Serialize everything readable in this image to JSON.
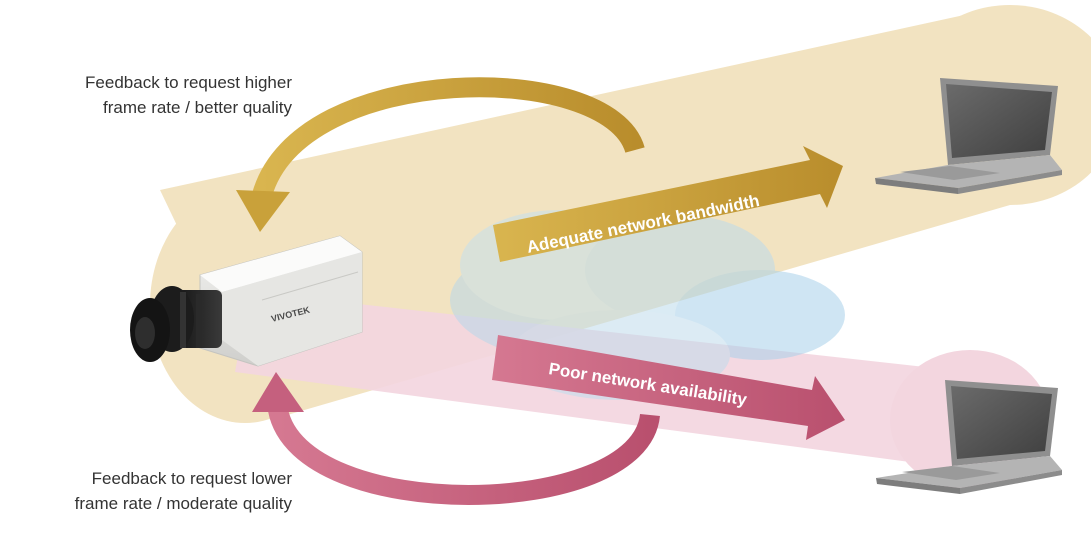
{
  "feedback_top": {
    "line1": "Feedback to request higher",
    "line2": "frame rate / better quality"
  },
  "feedback_bottom": {
    "line1": "Feedback to request lower",
    "line2": "frame rate / moderate quality"
  },
  "arrow_adequate": {
    "label": "Adequate network bandwidth"
  },
  "arrow_poor": {
    "label": "Poor network availability"
  },
  "camera": {
    "brand_text": "VIVOTEK"
  },
  "colors": {
    "adequate_band": "#f2e3c1",
    "poor_band": "#f3d6df",
    "gold_arrow": "#c9a13a",
    "rose_arrow": "#c5607e",
    "cloud": "#c9e1ec"
  },
  "icons": [
    "ip-camera-icon",
    "laptop-icon",
    "cloud-icon",
    "curved-arrow-icon"
  ]
}
